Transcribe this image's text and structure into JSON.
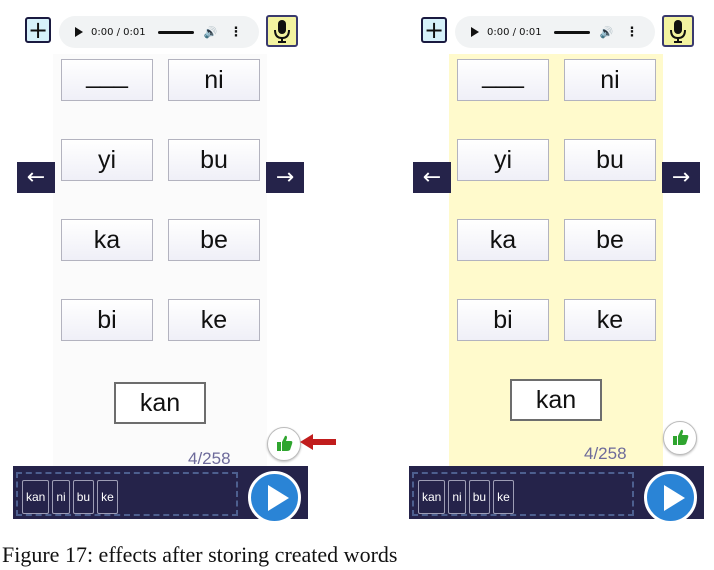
{
  "screens": [
    {
      "id": "before",
      "plus_label": "+",
      "audio": {
        "time": "0:00 / 0:01",
        "volume_icon": "🔊",
        "menu_icon": "⋮"
      },
      "tiles": [
        "___",
        "ni",
        "yi",
        "bu",
        "ka",
        "be",
        "bi",
        "ke"
      ],
      "result_word": "kan",
      "nav": {
        "left": "←",
        "right": "→"
      },
      "counter": "4/258",
      "chips": [
        "kan",
        "ni",
        "bu",
        "ke"
      ],
      "panel_color": "#fbfbfb",
      "highlight_arrow": true
    },
    {
      "id": "after",
      "plus_label": "+",
      "audio": {
        "time": "0:00 / 0:01",
        "volume_icon": "🔊",
        "menu_icon": "⋮"
      },
      "tiles": [
        "___",
        "ni",
        "yi",
        "bu",
        "ka",
        "be",
        "bi",
        "ke"
      ],
      "result_word": "kan",
      "nav": {
        "left": "←",
        "right": "→"
      },
      "counter": "4/258",
      "chips": [
        "kan",
        "ni",
        "bu",
        "ke"
      ],
      "panel_color": "#fffacc",
      "highlight_arrow": false
    }
  ],
  "colors": {
    "bar_bg": "#25234a",
    "play_button": "#2a84d6",
    "thumb_green": "#2fa52f",
    "pointer_red": "#c11d1d",
    "counter_text": "#6d6a9a"
  },
  "caption": "Figure 17: effects after storing created words"
}
